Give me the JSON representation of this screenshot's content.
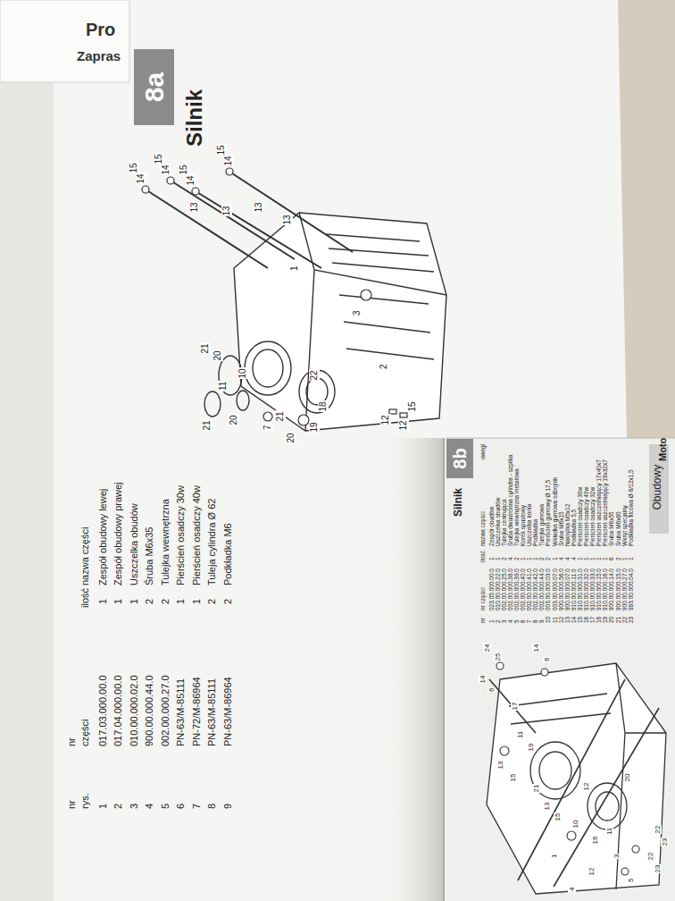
{
  "diagram": {
    "nodes": [
      {
        "text": [
          "8a"
        ]
      },
      {
        "text": [
          "8b"
        ]
      }
    ],
    "labels": [
      "Pro",
      "Zapras",
      "Silnik",
      "nr",
      "rys.",
      "nr",
      "części",
      "ilość",
      "nazwa części",
      "Silnik",
      "Obudowy",
      "nr",
      "nr części",
      "ilość",
      "nazwa części",
      "uwagi",
      "Moto",
      "1",
      "017.03.000.00.0",
      "1",
      "Zespół obudowy lewej",
      "2",
      "017.04.000.00.0",
      "1",
      "Zespół obudowy prawej",
      "3",
      "010.00.000.02.0",
      "1",
      "Uszczelka obudów",
      "4",
      "900.00.000.44.0",
      "2",
      "Śruba M6x35",
      "5",
      "002.00.000.27.0",
      "2",
      "Tulejka wewnętrzna",
      "6",
      "PN-63/M-85111",
      "1",
      "Pierścień osadczy 30w",
      "7",
      "PN-72/M-86964",
      "1",
      "Pierścień osadczy 40w",
      "8",
      "PN-63/M-85111",
      "2",
      "Tuleja cylindra Ø 62",
      "9",
      "PN-63/M-86964",
      "2",
      "Podkładka M6",
      "1",
      "023.05.000.00.0",
      "1",
      "Zespół obudów",
      "2",
      "010.00.000.22.0",
      "1",
      "Uszczelka obudów",
      "3",
      "002.00.000.25.0",
      "2",
      "Tulejka centrująca",
      "4",
      "002.00.000.38.0",
      "4",
      "Śruba dwustronna cylindra - szpilka",
      "5",
      "002.00.000.39.0",
      "2",
      "Tulejka wewnętrzna metalowa",
      "6",
      "002.00.000.40.0",
      "1",
      "Korek spustowy",
      "7",
      "002.00.000.41.0",
      "1",
      "Uszczelka korka",
      "8",
      "002.00.000.42.0",
      "1",
      "Podkładka",
      "9",
      "002.00.000.44.0",
      "2",
      "Tulejka gumowa",
      "10",
      "003.00.000.03.0",
      "2",
      "Pierścień gumowy Ø 17,5",
      "11",
      "003.00.000.07.0",
      "1",
      "Wkładka gumowa odbojnik",
      "12",
      "900.00.000.56.0",
      "4",
      "Śruba M6x15",
      "13",
      "900.00.000.07.0",
      "4",
      "Nakrętka M5x12",
      "14",
      "910.00.000.11.0",
      "4",
      "Podkładka 5,5",
      "15",
      "910.00.000.31.0",
      "1",
      "Pierścień osadczy 30w",
      "16",
      "910.00.000.32.0",
      "1",
      "Pierścień osadczy 40w",
      "17",
      "910.00.000.33.0",
      "1",
      "Pierścień osadczy 32w",
      "18",
      "910.00.000.15.0",
      "1",
      "Pierścień uszczelniający 17x40x7",
      "19",
      "910.00.000.16.0",
      "1",
      "Pierścień uszczelniający 19x32x7",
      "20",
      "900.00.000.14.0",
      "6",
      "Śruba M6x55",
      "21",
      "900.00.000.15.0",
      "2",
      "Śruba M6x60",
      "22",
      "900.00.000.27.0",
      "1",
      "Wkręt specjalny",
      "23",
      "993.00.000.04.0",
      "1",
      "Podkładka filcowa Ø 6/12x1,5",
      "15",
      "14",
      "15",
      "14",
      "15",
      "14",
      "15",
      "14",
      "13",
      "13",
      "13",
      "13",
      "21",
      "20",
      "11",
      "10",
      "20",
      "21",
      "7",
      "21",
      "20",
      "1",
      "19",
      "18",
      "22",
      "12",
      "12",
      "3",
      "2",
      "15",
      "24",
      "25",
      "14",
      "6",
      "14",
      "6",
      "17",
      "11",
      "19",
      "13",
      "15",
      "21",
      "13",
      "15",
      "10",
      "20",
      "22",
      "23",
      "22",
      "23",
      "3",
      "5",
      "12",
      "4",
      "1",
      "16",
      "12",
      "11"
    ]
  }
}
